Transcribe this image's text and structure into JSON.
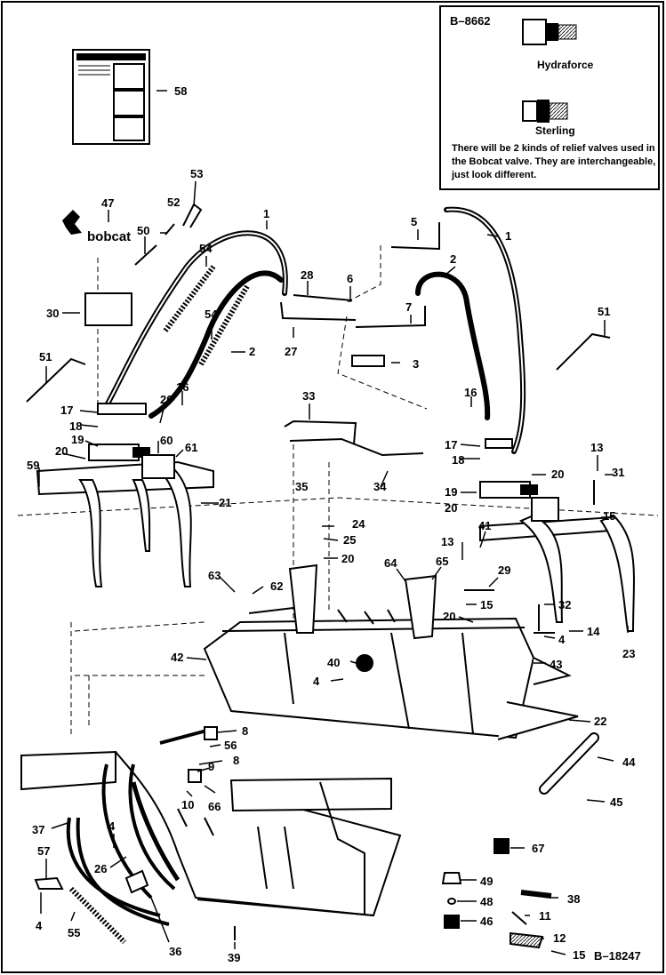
{
  "inset": {
    "code": "B–8662",
    "valve1": "Hydraforce",
    "valve2": "Sterling",
    "note": "There will be 2 kinds of relief valves used in the Bobcat valve. They are interchangeable, just look different."
  },
  "logo_text": "bobcat",
  "drawing_code": "B–18247",
  "callouts": [
    "58",
    "53",
    "52",
    "47",
    "50",
    "54",
    "1",
    "5",
    "1",
    "2",
    "28",
    "6",
    "7",
    "30",
    "54",
    "2",
    "27",
    "3",
    "51",
    "51",
    "16",
    "20",
    "16",
    "17",
    "18",
    "33",
    "19",
    "60",
    "61",
    "20",
    "59",
    "34",
    "35",
    "21",
    "17",
    "18",
    "20",
    "13",
    "31",
    "19",
    "20",
    "15",
    "24",
    "25",
    "41",
    "20",
    "13",
    "64",
    "65",
    "29",
    "63",
    "62",
    "15",
    "32",
    "20",
    "4",
    "14",
    "23",
    "42",
    "40",
    "43",
    "4",
    "22",
    "8",
    "56",
    "8",
    "9",
    "66",
    "10",
    "44",
    "45",
    "37",
    "4",
    "67",
    "57",
    "26",
    "49",
    "38",
    "48",
    "11",
    "46",
    "4",
    "55",
    "12",
    "36",
    "39",
    "15"
  ]
}
